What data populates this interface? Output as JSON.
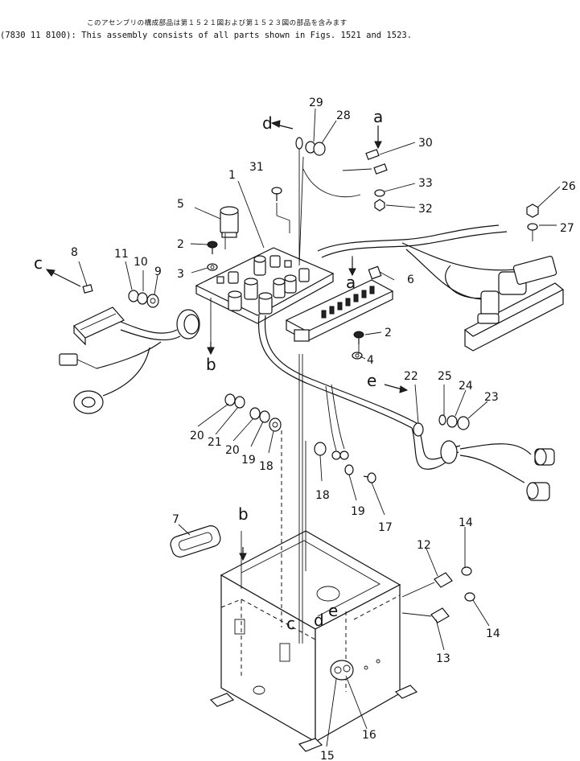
{
  "header": {
    "japanese": "このアセンブリの構成部品は第１５２１図および第１５２３図の部品を含みます",
    "english": "(7830 11 8100): This assembly consists of all parts shown in Figs. 1521 and 1523."
  },
  "callouts": [
    "1",
    "2",
    "2",
    "3",
    "4",
    "5",
    "6",
    "7",
    "8",
    "9",
    "10",
    "11",
    "12",
    "13",
    "14",
    "14",
    "15",
    "16",
    "17",
    "18",
    "18",
    "19",
    "19",
    "20",
    "20",
    "21",
    "22",
    "23",
    "24",
    "25",
    "26",
    "27",
    "28",
    "29",
    "30",
    "31",
    "32",
    "33"
  ],
  "ref_letters": [
    "a",
    "a",
    "b",
    "b",
    "c",
    "c",
    "d",
    "d",
    "e",
    "e"
  ]
}
